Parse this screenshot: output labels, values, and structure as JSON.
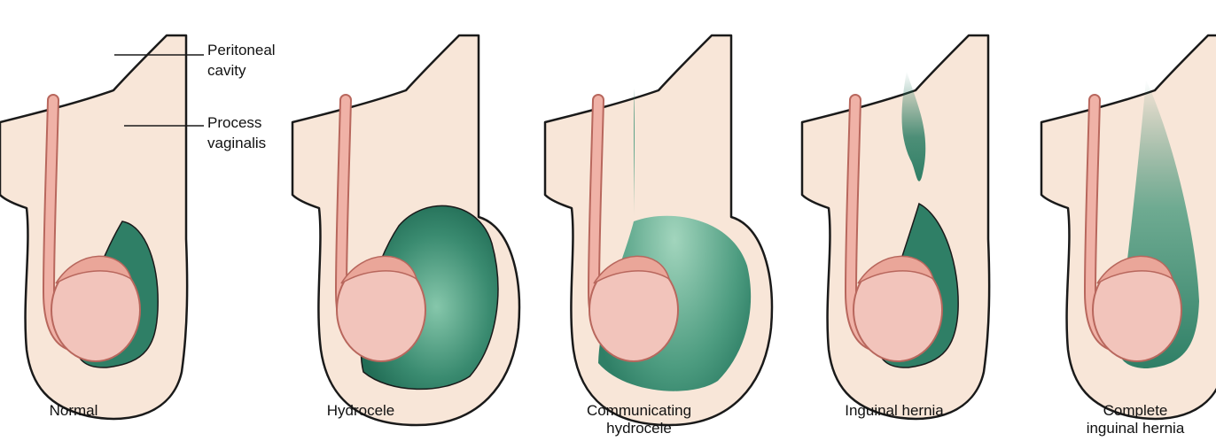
{
  "labels": {
    "peritoneal_cavity": "Peritoneal\ncavity",
    "process_vaginalis": "Process\nvaginalis"
  },
  "panels": [
    {
      "caption": "Normal",
      "condition": "normal"
    },
    {
      "caption": "Hydrocele",
      "condition": "hydrocele"
    },
    {
      "caption": "Communicating\nhydrocele",
      "condition": "communicating-hydrocele"
    },
    {
      "caption": "Inguinal hernia",
      "condition": "inguinal-hernia"
    },
    {
      "caption": "Complete\ninguinal hernia",
      "condition": "complete-inguinal-hernia"
    }
  ],
  "colors": {
    "skin": "#f8e6d8",
    "outline": "#1a1a1a",
    "testis": "#f2c4bb",
    "testis_edge": "#b8675d",
    "cord": "#f0b2a7",
    "fluid": "#2f7f66",
    "fluid_light": "#7ec4a7",
    "fluid_dark": "#206a54"
  }
}
